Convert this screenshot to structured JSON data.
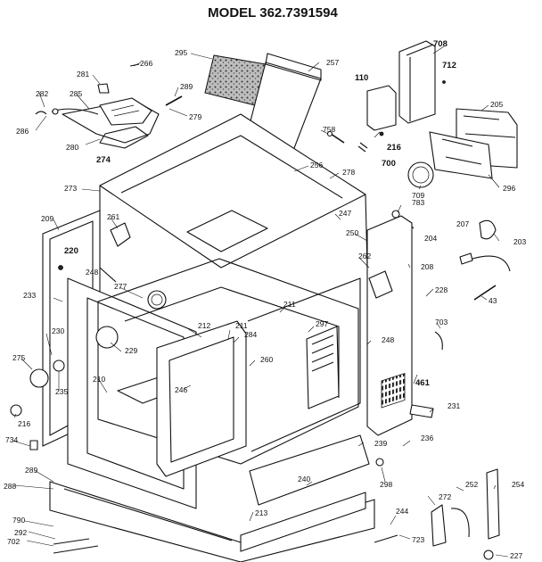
{
  "title": "MODEL 362.7391594",
  "parts": {
    "p295": "295",
    "p266": "266",
    "p257": "257",
    "p708": "708",
    "p712": "712",
    "p110": "110",
    "p281": "281",
    "p289": "289",
    "p282": "282",
    "p285": "285",
    "p279": "279",
    "p205": "205",
    "p286": "286",
    "p758": "758",
    "p216a": "216",
    "p280": "280",
    "p274": "274",
    "p700": "700",
    "p256": "256",
    "p278": "278",
    "p273": "273",
    "p709": "709",
    "p296": "296",
    "p783": "783",
    "p247": "247",
    "p209": "209",
    "p261": "261",
    "p207": "207",
    "p204": "204",
    "p203": "203",
    "p250": "250",
    "p220": "220",
    "p262": "262",
    "p208": "208",
    "p248a": "248",
    "p277": "277",
    "p228": "228",
    "p233": "233",
    "p211b": "211",
    "p43": "43",
    "p212": "212",
    "p211a": "211",
    "p297": "297",
    "p703": "703",
    "p230": "230",
    "p284": "284",
    "p229": "229",
    "p248b": "248",
    "p275": "275",
    "p260": "260",
    "p210": "210",
    "p246": "246",
    "p461": "461",
    "p235": "235",
    "p231": "231",
    "p216b": "216",
    "p239": "239",
    "p236": "236",
    "p734": "734",
    "p289b": "289",
    "p298": "298",
    "p240": "240",
    "p288": "288",
    "p272": "272",
    "p252": "252",
    "p254": "254",
    "p213": "213",
    "p790": "790",
    "p244": "244",
    "p292": "292",
    "p702": "702",
    "p723": "723",
    "p227": "227"
  }
}
